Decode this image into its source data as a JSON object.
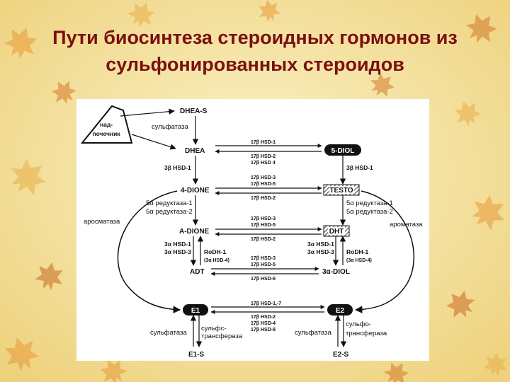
{
  "title": {
    "line1": "Пути биосинтеза стероидных гормонов из",
    "line2": "сульфонированных стероидов"
  },
  "diagram": {
    "adrenal": {
      "line1": "над-",
      "line2": "почечник"
    },
    "nodes": {
      "dheas": "DHEA-S",
      "dhea": "DHEA",
      "diol5": "5-DIOL",
      "dione4": "4-DIONE",
      "testo": "TESTO",
      "adione": "A-DIONE",
      "dht": "DHT",
      "adt": "ADT",
      "diol3a": "3α-DIOL",
      "e1": "E1",
      "e2": "E2",
      "e1s": "E1-S",
      "e2s": "E2-S"
    },
    "enzymes": {
      "sulfatase": "сульфатаза",
      "hsd3_left": "3β HSD-1",
      "hsd3_right": "3β HSD-1",
      "row1": [
        "17β HSD-1"
      ],
      "row2": [
        "17β HSD-2",
        "17β HSD 4"
      ],
      "row3": [
        "17β HSD-3",
        "17β HSD-5"
      ],
      "row4": [
        "17β HSD-2"
      ],
      "row5": [
        "17β HSD-3",
        "17β HSD-5"
      ],
      "row6": [
        "17β HSD-2"
      ],
      "row7": [
        "17β HSD-3",
        "17β HSD-5"
      ],
      "row8": [
        "17β HSD-6"
      ],
      "row9": [
        "17β HSD-1,-7"
      ],
      "row10": [
        "17β HSD-2",
        "17β HSD-4",
        "17β HSD-8"
      ],
      "red_left": [
        "5α редуктаза-1",
        "5α редуктаза-2"
      ],
      "red_right": [
        "5α редуктаза-1",
        "5α редуктаза-2"
      ],
      "aromatase_left": "аросматаза",
      "aromatase_right": "ароматаза",
      "ahsd_left": [
        "3α HSD-1",
        "3α HSD-3"
      ],
      "ahsd_right": [
        "3α HSD-1",
        "3α HSD-3"
      ],
      "rodh_left": [
        "RoDH-1",
        "(3α HSD-4)"
      ],
      "rodh_right": [
        "RoDH-1",
        "(3α HSD-4)"
      ],
      "sulf_e1": "сульфатаза",
      "sulfotr_e1": [
        "сульфс-",
        "трансфераза"
      ],
      "sulf_e2": "сульфатаза",
      "sulfotr_e2": [
        "сульфо-",
        "трансфераза"
      ]
    }
  }
}
